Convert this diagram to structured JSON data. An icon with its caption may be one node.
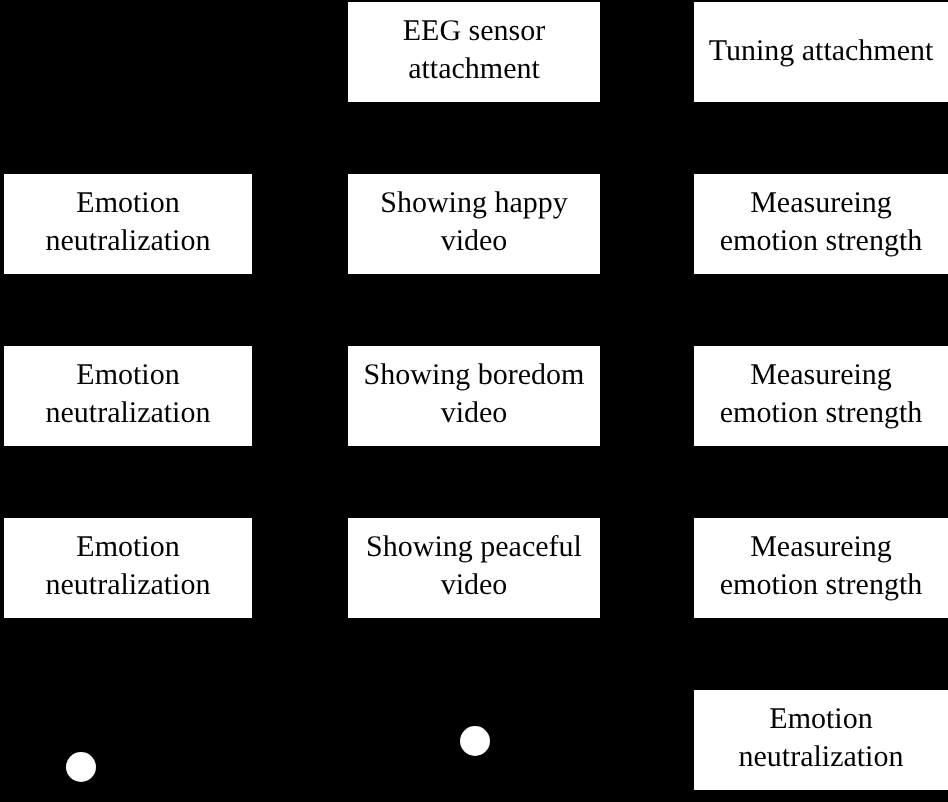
{
  "diagram": {
    "nodes": [
      {
        "text": [
          "EEG sensor attachment"
        ]
      },
      {
        "text": [
          "Tuning attachment"
        ]
      },
      {
        "text": [
          "Emotion neutralization"
        ]
      },
      {
        "text": [
          "Showing happy video"
        ]
      },
      {
        "text": [
          "Measureing emotion strength"
        ]
      },
      {
        "text": [
          "Emotion neutralization"
        ]
      },
      {
        "text": [
          "Showing boredom video"
        ]
      },
      {
        "text": [
          "Measureing emotion strength"
        ]
      },
      {
        "text": [
          "Emotion neutralization"
        ]
      },
      {
        "text": [
          "Showing peaceful video"
        ]
      },
      {
        "text": [
          "Measureing emotion strength"
        ]
      },
      {
        "text": [
          "Emotion neutralization"
        ]
      },
      {
        "text": [],
        "shape": "circle"
      },
      {
        "text": [],
        "shape": "circle"
      }
    ]
  }
}
